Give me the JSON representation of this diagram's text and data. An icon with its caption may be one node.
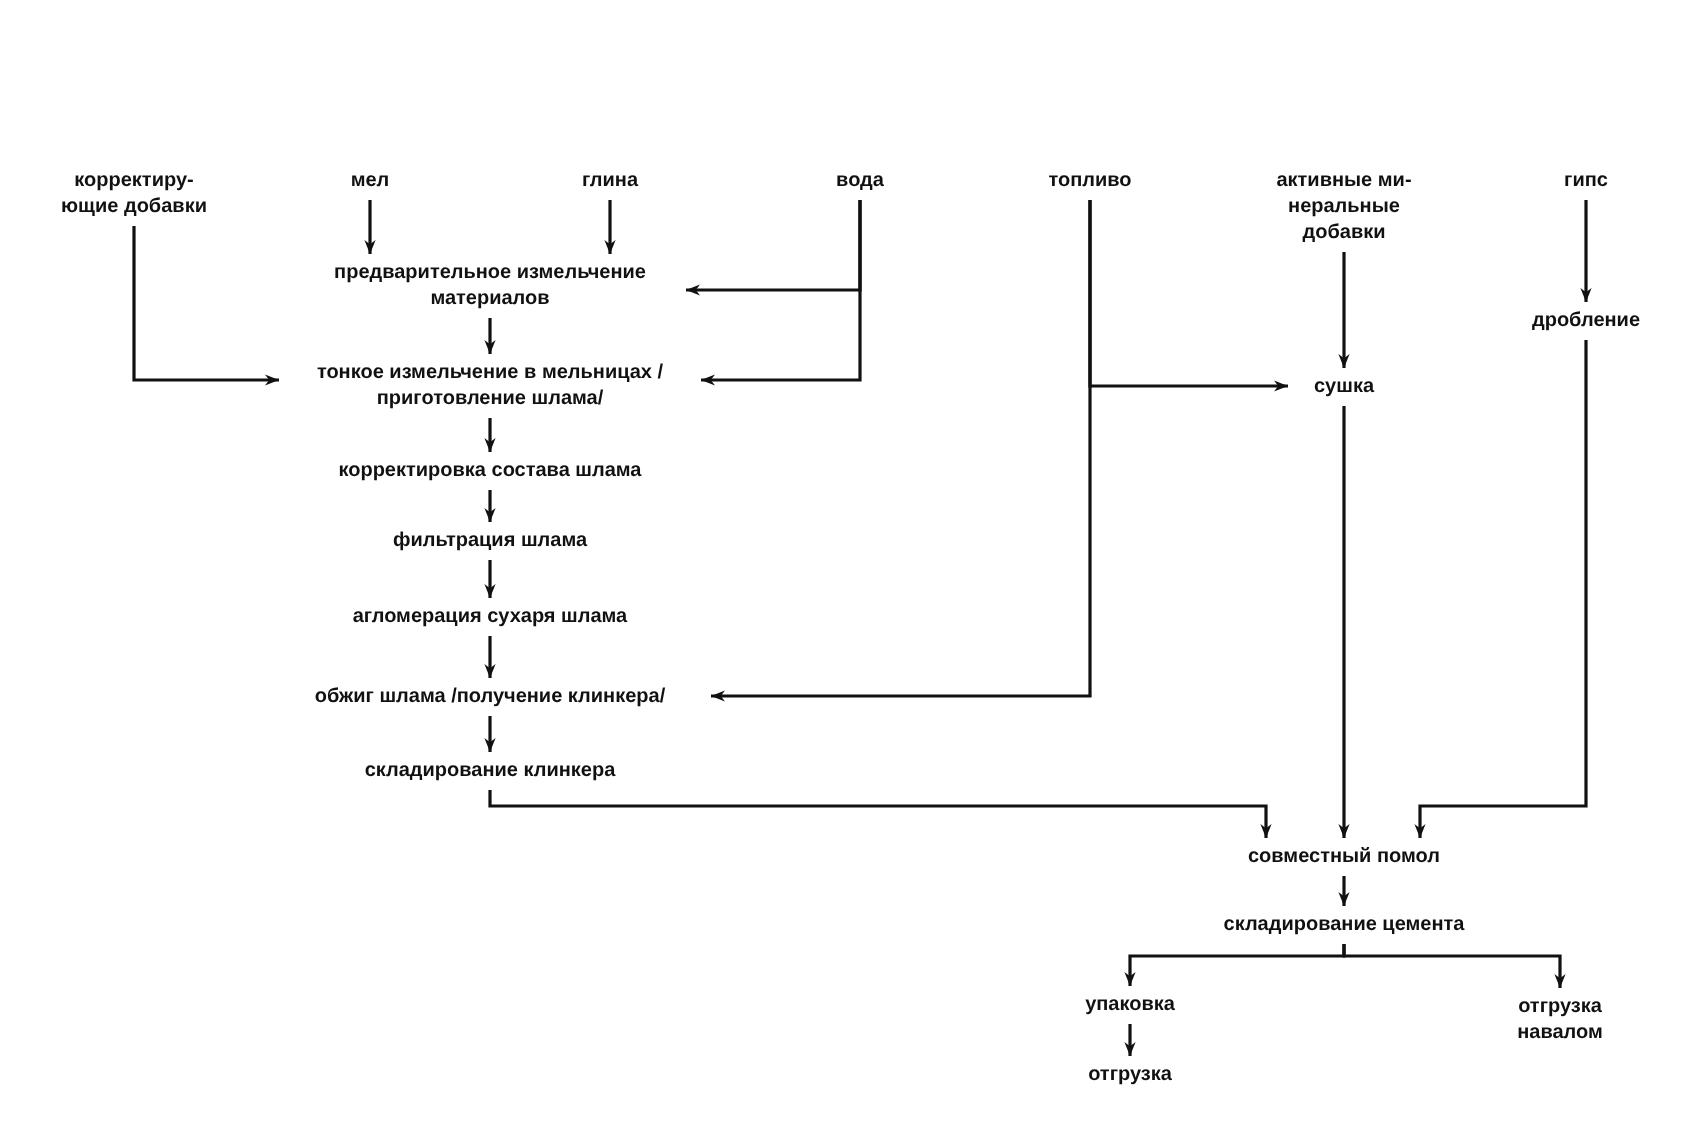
{
  "diagram": {
    "nodes": [
      {
        "text": [
          "корректиру- ющие добавки"
        ]
      },
      {
        "text": [
          "мел"
        ]
      },
      {
        "text": [
          "глина"
        ]
      },
      {
        "text": [
          "вода"
        ]
      },
      {
        "text": [
          "топливо"
        ]
      },
      {
        "text": [
          "активные ми- неральные добавки"
        ]
      },
      {
        "text": [
          "гипс"
        ]
      },
      {
        "text": [
          "предварительное измельчение материалов"
        ]
      },
      {
        "text": [
          "тонкое измельчение в мельницах /приготовление шлама/"
        ]
      },
      {
        "text": [
          "корректировка состава шлама"
        ]
      },
      {
        "text": [
          "фильтрация шлама"
        ]
      },
      {
        "text": [
          "агломерация сухаря шлама"
        ]
      },
      {
        "text": [
          "обжиг шлама /получение клинкера/"
        ]
      },
      {
        "text": [
          "складирование клинкера"
        ]
      },
      {
        "text": [
          "сушка"
        ]
      },
      {
        "text": [
          "дробление"
        ]
      },
      {
        "text": [
          "совместный помол"
        ]
      },
      {
        "text": [
          "складирование цемента"
        ]
      },
      {
        "text": [
          "упаковка"
        ]
      },
      {
        "text": [
          "отгрузка"
        ]
      },
      {
        "text": [
          "отгрузка навалом"
        ]
      }
    ],
    "edges": [
      {
        "from": 1,
        "to": 7,
        "arrow": "to"
      },
      {
        "from": 2,
        "to": 7,
        "arrow": "to"
      },
      {
        "from": 3,
        "to": 7,
        "arrow": "to"
      },
      {
        "from": 3,
        "to": 8,
        "arrow": "to"
      },
      {
        "from": 0,
        "to": 8,
        "arrow": "to"
      },
      {
        "from": 7,
        "to": 8,
        "arrow": "to"
      },
      {
        "from": 8,
        "to": 9,
        "arrow": "to"
      },
      {
        "from": 9,
        "to": 10,
        "arrow": "to"
      },
      {
        "from": 10,
        "to": 11,
        "arrow": "to"
      },
      {
        "from": 11,
        "to": 12,
        "arrow": "to"
      },
      {
        "from": 12,
        "to": 13,
        "arrow": "to"
      },
      {
        "from": 4,
        "to": 14,
        "arrow": "to"
      },
      {
        "from": 4,
        "to": 12,
        "arrow": "to"
      },
      {
        "from": 5,
        "to": 14,
        "arrow": "to"
      },
      {
        "from": 6,
        "to": 15,
        "arrow": "to"
      },
      {
        "from": 13,
        "to": 16,
        "arrow": "to"
      },
      {
        "from": 14,
        "to": 16,
        "arrow": "to"
      },
      {
        "from": 15,
        "to": 16,
        "arrow": "to"
      },
      {
        "from": 16,
        "to": 17,
        "arrow": "to"
      },
      {
        "from": 17,
        "to": 18,
        "arrow": "to"
      },
      {
        "from": 17,
        "to": 20,
        "arrow": "to"
      },
      {
        "from": 18,
        "to": 19,
        "arrow": "to"
      }
    ]
  }
}
